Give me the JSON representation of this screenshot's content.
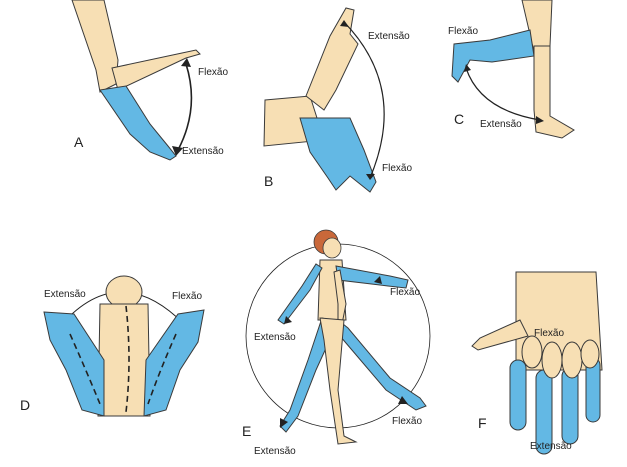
{
  "colors": {
    "skin": "#f7dfb4",
    "blue": "#63b8e4",
    "outline": "#3a3a3a",
    "hair": "#c9683a"
  },
  "panels": [
    {
      "id": "A",
      "letter": "A",
      "labels": [
        "Flexão",
        "Extensão"
      ],
      "icon": "elbow-arm"
    },
    {
      "id": "B",
      "letter": "B",
      "labels": [
        "Extensão",
        "Flexão"
      ],
      "icon": "wrist-hand"
    },
    {
      "id": "C",
      "letter": "C",
      "labels": [
        "Flexão",
        "Extensão"
      ],
      "icon": "knee-leg"
    },
    {
      "id": "D",
      "letter": "D",
      "labels": [
        "Extensão",
        "Flexão"
      ],
      "icon": "neck-spine"
    },
    {
      "id": "E",
      "letter": "E",
      "labels": [
        "Flexão",
        "Extensão",
        "Flexão",
        "Extensão"
      ],
      "icon": "walking-figure"
    },
    {
      "id": "F",
      "letter": "F",
      "labels": [
        "Flexão",
        "Extensão"
      ],
      "icon": "fingers-hand"
    }
  ]
}
